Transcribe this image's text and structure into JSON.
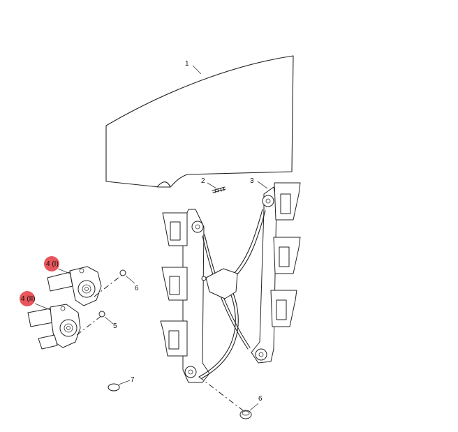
{
  "diagram": {
    "callouts": {
      "glass": "1",
      "spring": "2",
      "regulator": "3",
      "motor_1": "4 (I)",
      "motor_2": "4 (II)",
      "nut_5": "5",
      "nut_6_motor": "6",
      "grommet_6": "6",
      "o_ring": "7"
    },
    "highlight_color": "#e8555b"
  }
}
